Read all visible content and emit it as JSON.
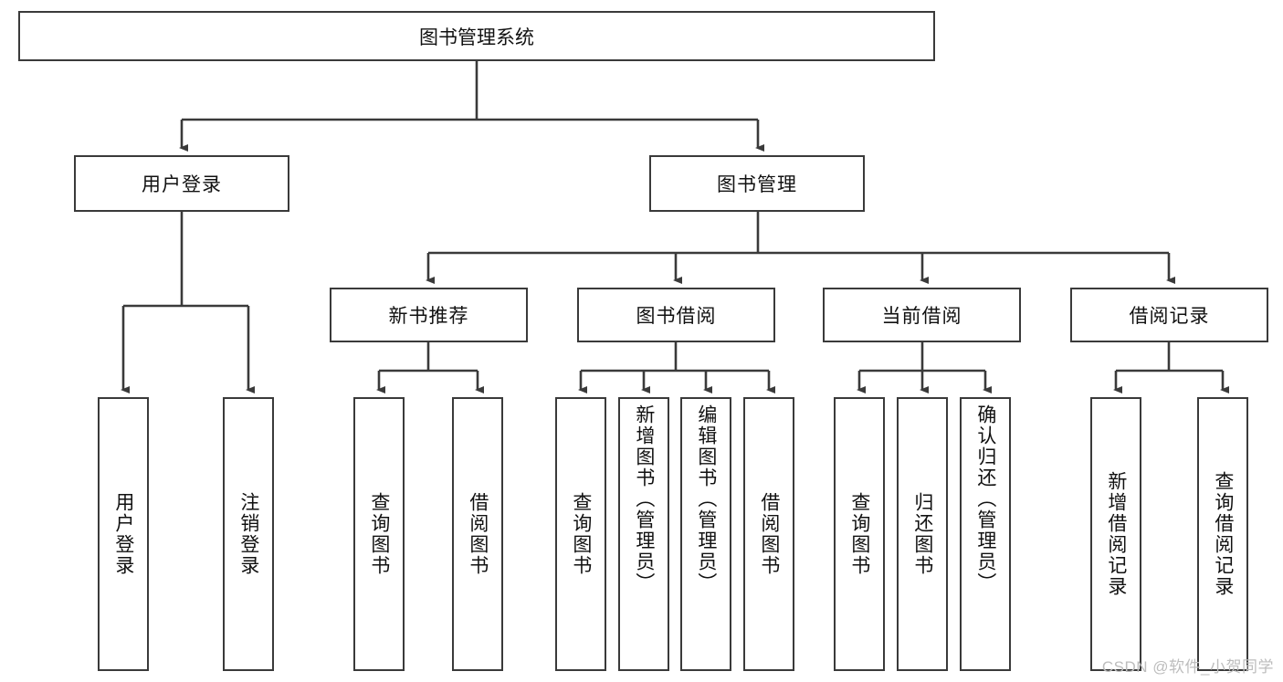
{
  "diagram": {
    "title": "图书管理系统",
    "type": "tree",
    "root": {
      "label": "图书管理系统"
    },
    "level1": [
      {
        "label": "用户登录"
      },
      {
        "label": "图书管理"
      }
    ],
    "level2": [
      {
        "label": "新书推荐"
      },
      {
        "label": "图书借阅"
      },
      {
        "label": "当前借阅"
      },
      {
        "label": "借阅记录"
      }
    ],
    "leaves": {
      "user_login": [
        {
          "label": "用户登录"
        },
        {
          "label": "注销登录"
        }
      ],
      "new_book": [
        {
          "label": "查询图书"
        },
        {
          "label": "借阅图书"
        }
      ],
      "borrow": [
        {
          "label": "查询图书"
        },
        {
          "label": "新增图书（管理员）"
        },
        {
          "label": "编辑图书（管理员）"
        },
        {
          "label": "借阅图书"
        }
      ],
      "current": [
        {
          "label": "查询图书"
        },
        {
          "label": "归还图书"
        },
        {
          "label": "确认归还（管理员）"
        }
      ],
      "records": [
        {
          "label": "新增借阅记录"
        },
        {
          "label": "查询借阅记录"
        }
      ]
    }
  },
  "watermark": {
    "text": "CSDN @软件_小贺同学"
  },
  "colors": {
    "stroke": "#3a3a3a",
    "box_fill": "#ffffff",
    "text": "#111111",
    "watermark": "#bdbdbd"
  }
}
